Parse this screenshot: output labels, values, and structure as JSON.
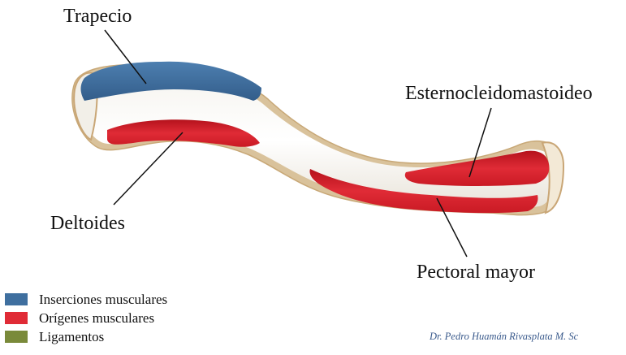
{
  "diagram": {
    "labels": {
      "trapecio": "Trapecio",
      "esternocleidomastoideo": "Esternocleidomastoideo",
      "deltoides": "Deltoides",
      "pectoral_mayor": "Pectoral mayor"
    },
    "legend": [
      {
        "label": "Inserciones musculares",
        "color": "#3f6f9f"
      },
      {
        "label": "Orígenes musculares",
        "color": "#e02b36"
      },
      {
        "label": "Ligamentos",
        "color": "#7a8a3a"
      }
    ],
    "credit": "Dr. Pedro Huamán Rivasplata M. Sc",
    "colors": {
      "bone": "#ecebe6",
      "bone_edge": "#d7b98a",
      "insertion": "#3f6f9f",
      "origin": "#e02b36",
      "origin_dark": "#b5121c",
      "leader_line": "#111111"
    }
  }
}
